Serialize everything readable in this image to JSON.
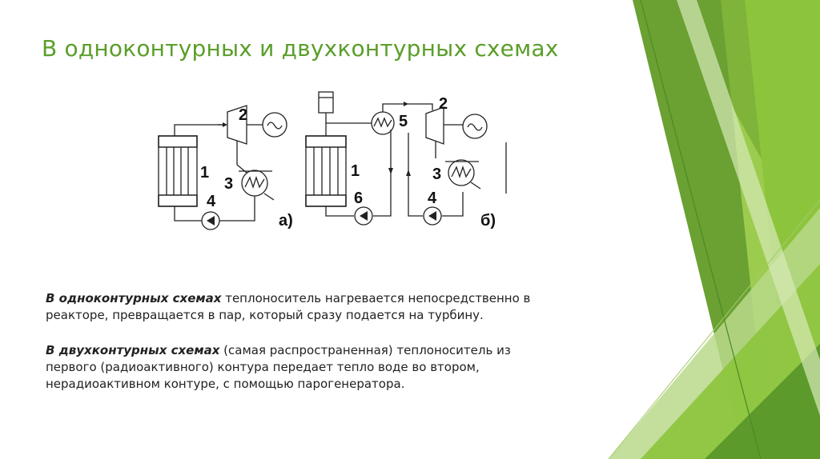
{
  "slide": {
    "title": "В одноконтурных и двухконтурных схемах"
  },
  "diagram": {
    "a": {
      "labels": [
        "1",
        "2",
        "3",
        "4"
      ],
      "caption": "а)"
    },
    "b": {
      "labels": [
        "1",
        "2",
        "3",
        "4",
        "5",
        "6"
      ],
      "caption": "б)"
    }
  },
  "text": {
    "p1_emph": "В одноконтурных схемах",
    "p1_rest": " теплоноситель нагревается непосредственно в реакторе, превращается в пар, который сразу подается на турбину.",
    "p2_emph": "В двухконтурных схемах",
    "p2_rest": " (самая распространенная) теплоноситель из первого (радиоактивного) контура передает тепло воде во втором, нерадиоактивном контуре, с помощью парогенератора."
  },
  "colors": {
    "title": "#5a9e2a",
    "accent_green_light": "#b9d98c",
    "accent_green_mid": "#8cbf3f",
    "accent_green_dark": "#5c9a2c"
  }
}
